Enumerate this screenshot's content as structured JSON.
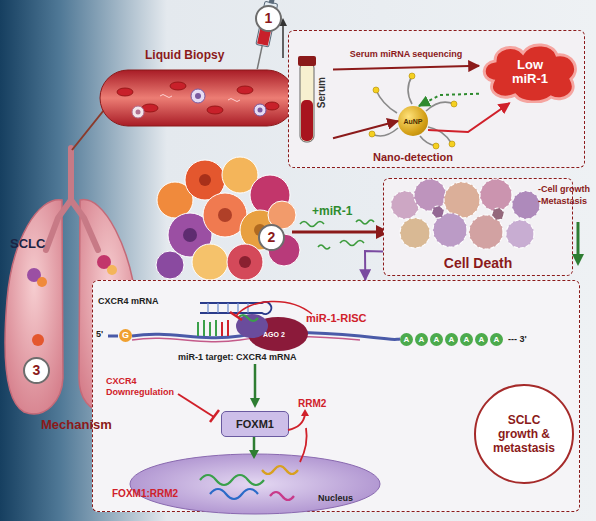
{
  "diagram": {
    "nodes": [
      {
        "text": [
          "1"
        ]
      },
      {
        "text": [
          "Serum"
        ],
        "in": 0
      },
      {
        "text": [
          "Low miR-1"
        ],
        "in": 0
      },
      {
        "text": [
          "AuNP",
          "Nano-detection"
        ],
        "in": 0
      },
      {
        "text": [
          "Cell Death"
        ]
      },
      {
        "text": [
          "Low miR-1"
        ]
      },
      {
        "text": [
          "3",
          "Mechanism"
        ]
      },
      {
        "text": [
          "FOXM1"
        ],
        "in": 6
      },
      {
        "text": [
          "SCLC growth & metastasis"
        ],
        "in": 6
      }
    ],
    "edges": [
      {
        "from": 1,
        "to": 2,
        "label": "Serum miRNA sequencing",
        "arrow": "to"
      },
      {
        "from": 1,
        "to": 3,
        "arrow": "to"
      },
      {
        "from": 3,
        "to": 2,
        "arrow": "to"
      },
      {
        "from": 2,
        "to": 3,
        "arrow": "to"
      },
      {
        "from": 4,
        "to": 6,
        "arrow": "to"
      }
    ],
    "labels": [
      "SCLC",
      "Liquid Biopsy",
      "2",
      "+miR-1",
      "-Cell growth",
      "-Metastasis",
      "CXCR4 mRNA",
      "5'",
      "G",
      "miR-1-RISC",
      "AGO 2",
      "A",
      "A",
      "A",
      "A",
      "A",
      "A",
      "A",
      "--- 3'",
      "miR-1 target: CXCR4 mRNA",
      "CXCR4 Downregulation",
      "RRM2",
      "FOXM1:RRM2",
      "Nucleus"
    ]
  }
}
